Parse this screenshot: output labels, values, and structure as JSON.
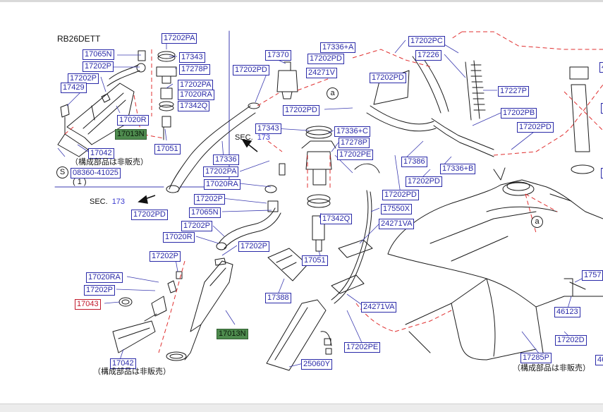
{
  "model_title": "RB26DETT",
  "notes": {
    "not_sold_left": "（構成部品は非販売）",
    "not_sold_bottom": "（構成部品は非販売）",
    "not_sold_right": "（構成部品は非販売）",
    "bolt_code": "08360-41025",
    "bolt_qty": "( 1 )",
    "bolt_symbol": "S",
    "circle_a": "a"
  },
  "sections": [
    {
      "prefix": "SEC.",
      "number": "173"
    },
    {
      "prefix": "SEC.",
      "number": "173"
    }
  ],
  "part_labels": [
    {
      "text": "17202PA",
      "style": "blue"
    },
    {
      "text": "17065N",
      "style": "blue"
    },
    {
      "text": "17343",
      "style": "blue"
    },
    {
      "text": "17202P",
      "style": "blue"
    },
    {
      "text": "17278P",
      "style": "blue"
    },
    {
      "text": "17202P",
      "style": "blue"
    },
    {
      "text": "17202PA",
      "style": "blue"
    },
    {
      "text": "17429",
      "style": "blue"
    },
    {
      "text": "17020RA",
      "style": "blue"
    },
    {
      "text": "17342Q",
      "style": "blue"
    },
    {
      "text": "17020R",
      "style": "blue"
    },
    {
      "text": "17013N",
      "style": "green"
    },
    {
      "text": "17051",
      "style": "blue"
    },
    {
      "text": "17042",
      "style": "blue"
    },
    {
      "text": "17370",
      "style": "blue"
    },
    {
      "text": "17202PD",
      "style": "blue"
    },
    {
      "text": "17336+A",
      "style": "blue"
    },
    {
      "text": "17202PD",
      "style": "blue"
    },
    {
      "text": "24271V",
      "style": "blue"
    },
    {
      "text": "17202PC",
      "style": "blue"
    },
    {
      "text": "17226",
      "style": "blue"
    },
    {
      "text": "17202PD",
      "style": "blue"
    },
    {
      "text": "17227P",
      "style": "blue"
    },
    {
      "text": "17202PB",
      "style": "blue"
    },
    {
      "text": "17202PD",
      "style": "blue"
    },
    {
      "text": "17202PD",
      "style": "blue"
    },
    {
      "text": "17343",
      "style": "blue"
    },
    {
      "text": "17336+C",
      "style": "blue"
    },
    {
      "text": "17278P",
      "style": "blue"
    },
    {
      "text": "17202PE",
      "style": "blue"
    },
    {
      "text": "17336",
      "style": "blue"
    },
    {
      "text": "17202PA",
      "style": "blue"
    },
    {
      "text": "17020RA",
      "style": "blue"
    },
    {
      "text": "17386",
      "style": "blue"
    },
    {
      "text": "17336+B",
      "style": "blue"
    },
    {
      "text": "17202PD",
      "style": "blue"
    },
    {
      "text": "17202PD",
      "style": "blue"
    },
    {
      "text": "17202P",
      "style": "blue"
    },
    {
      "text": "17065N",
      "style": "blue"
    },
    {
      "text": "17550X",
      "style": "blue"
    },
    {
      "text": "17342Q",
      "style": "blue"
    },
    {
      "text": "17202PD",
      "style": "blue"
    },
    {
      "text": "17202P",
      "style": "blue"
    },
    {
      "text": "24271VA",
      "style": "blue"
    },
    {
      "text": "17020R",
      "style": "blue"
    },
    {
      "text": "17202P",
      "style": "blue"
    },
    {
      "text": "17051",
      "style": "blue"
    },
    {
      "text": "17202P",
      "style": "blue"
    },
    {
      "text": "17020RA",
      "style": "blue"
    },
    {
      "text": "17202P",
      "style": "blue"
    },
    {
      "text": "17043",
      "style": "red"
    },
    {
      "text": "17388",
      "style": "blue"
    },
    {
      "text": "24271VA",
      "style": "blue"
    },
    {
      "text": "17013N",
      "style": "green"
    },
    {
      "text": "17042",
      "style": "blue"
    },
    {
      "text": "17202PE",
      "style": "blue"
    },
    {
      "text": "25060Y",
      "style": "blue"
    },
    {
      "text": "17285P",
      "style": "blue"
    },
    {
      "text": "17202D",
      "style": "blue"
    },
    {
      "text": "46123",
      "style": "blue"
    },
    {
      "text": "1757",
      "style": "blue"
    },
    {
      "text": "4",
      "style": "blue"
    },
    {
      "text": "1",
      "style": "blue"
    },
    {
      "text": "1",
      "style": "blue"
    },
    {
      "text": "46",
      "style": "blue"
    }
  ],
  "colors": {
    "label_border": "#2a2aa8",
    "label_text": "#2a2aa8",
    "label_green_fill": "#4e8b4e",
    "label_red": "#c0182a",
    "leader_line": "#3b3bb0",
    "dash_line": "#e03030",
    "drawing_stroke": "#1a1a1a"
  }
}
